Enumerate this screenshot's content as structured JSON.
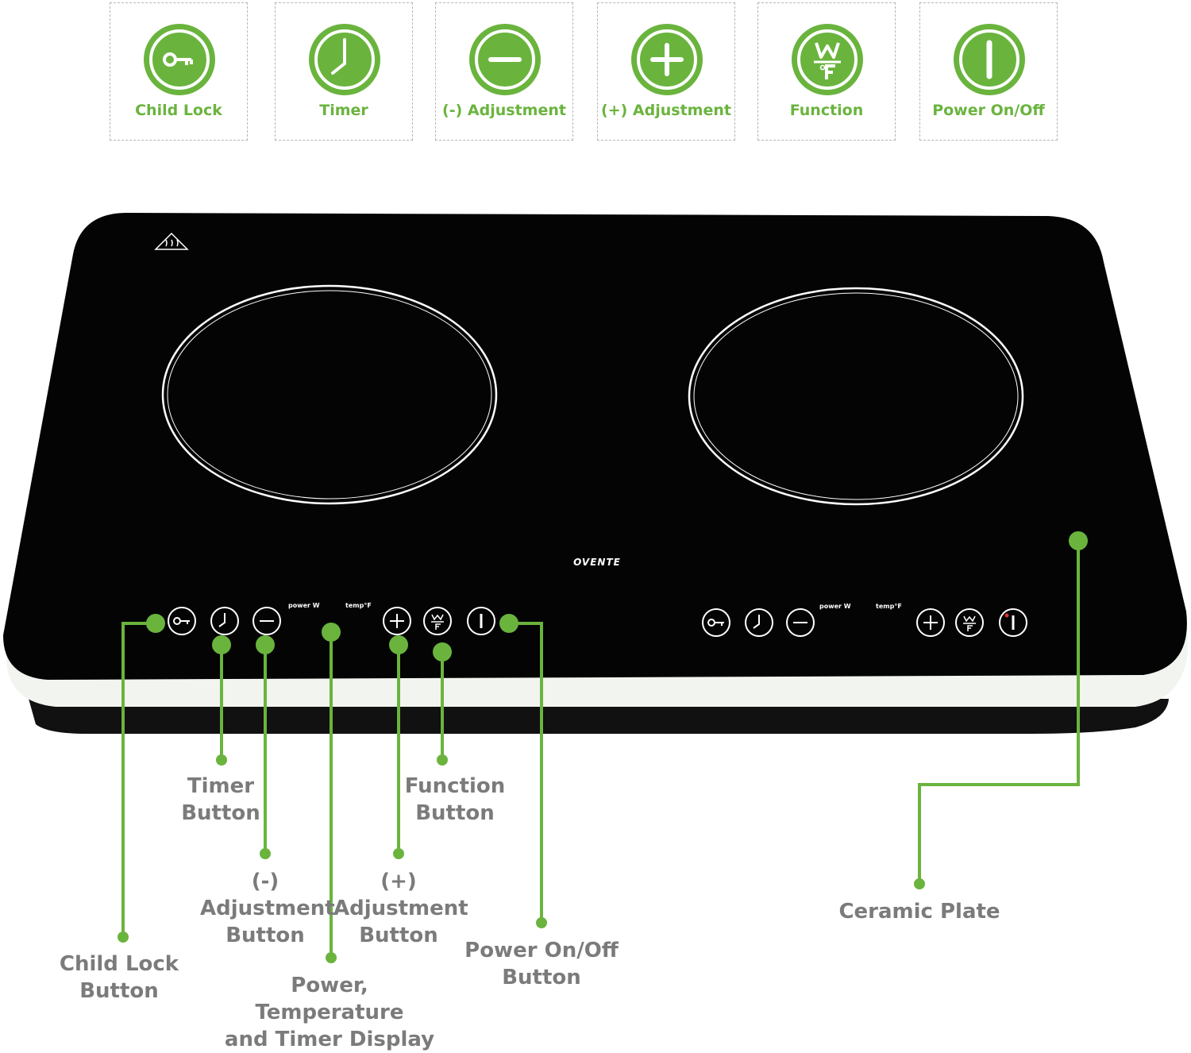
{
  "legend": {
    "items": [
      {
        "label": "Child Lock",
        "icon": "key-icon"
      },
      {
        "label": "Timer",
        "icon": "clock-icon"
      },
      {
        "label": "(-) Adjustment",
        "icon": "minus-icon"
      },
      {
        "label": "(+) Adjustment",
        "icon": "plus-icon"
      },
      {
        "label": "Function",
        "icon": "wf-function-icon"
      },
      {
        "label": "Power On/Off",
        "icon": "power-icon"
      }
    ]
  },
  "panel": {
    "brand": "OVENTE",
    "power_label": "power W",
    "temp_label": "temp°F"
  },
  "callouts": {
    "child_lock": "Child Lock\nButton",
    "timer": "Timer\nButton",
    "minus": "(-)\nAdjustment\nButton",
    "display": "Power, Temperature\nand Timer Display",
    "plus": "(+)\nAdjustment\nButton",
    "function": "Function\nButton",
    "power": "Power On/Off\nButton",
    "plate": "Ceramic Plate"
  },
  "colors": {
    "accent_green": "#6ab43e",
    "label_gray": "#7b7b7b",
    "glass_black": "#040404"
  }
}
